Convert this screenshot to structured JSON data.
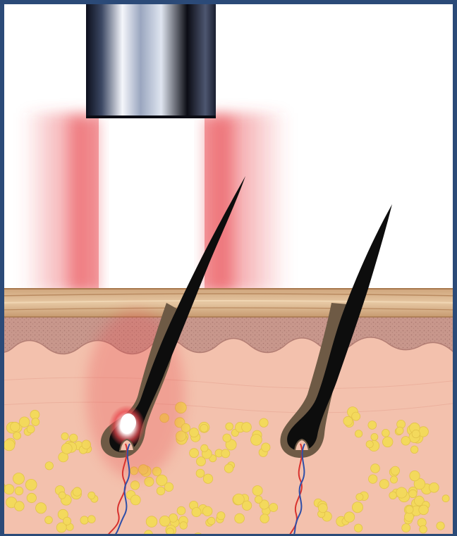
{
  "illustration": {
    "subject": "laser-hair-removal",
    "elements": [
      "laser-applicator",
      "laser-beam",
      "skin-surface",
      "epidermis",
      "dermis",
      "fat-cells",
      "treated-hair-follicle",
      "untreated-hair-follicle",
      "blood-vessels"
    ]
  },
  "colors": {
    "frame": "#2b4a78",
    "background": "#ffffff",
    "beam_glow": "#e8434a",
    "skin_surface": "#d9b48f",
    "epidermis": "#c8978c",
    "dermis": "#f3c1ad",
    "fat": "#f3d95c",
    "hair": "#0d0d0d",
    "follicle_sheath": "#6e5a45",
    "artery": "#d8322e",
    "vein": "#2f4fa8"
  }
}
